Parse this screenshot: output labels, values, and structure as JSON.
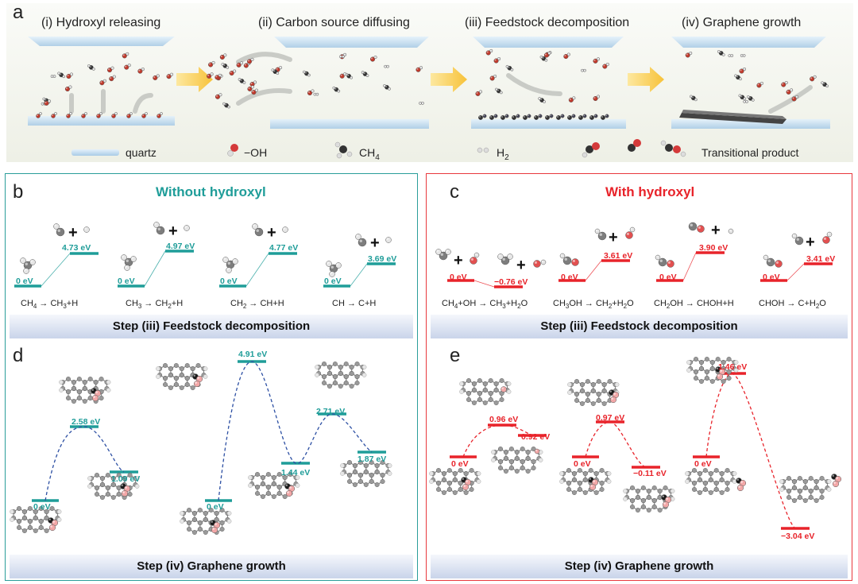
{
  "panel_a": {
    "letter": "a",
    "stages": [
      "(i) Hydroxyl releasing",
      "(ii) Carbon source diffusing",
      "(iii) Feedstock decomposition",
      "(iv) Graphene growth"
    ],
    "legend": {
      "quartz": "quartz",
      "oh": "−OH",
      "ch4": "CH",
      "ch4_sub": "4",
      "h2": "H",
      "h2_sub": "2",
      "transitional": "Transitional product"
    }
  },
  "panel_b": {
    "letter": "b",
    "title": "Without hydroxyl",
    "color": "#1f9d99",
    "steps": [
      {
        "start": "0 eV",
        "end": "4.73 eV",
        "rxn_parts": [
          "CH",
          "4",
          " → CH",
          "3",
          "+H"
        ]
      },
      {
        "start": "0 eV",
        "end": "4.97 eV",
        "rxn_parts": [
          "CH",
          "3",
          " → CH",
          "2",
          "+H"
        ]
      },
      {
        "start": "0 eV",
        "end": "4.77 eV",
        "rxn_parts": [
          "CH",
          "2",
          " → CH+H",
          "",
          ""
        ]
      },
      {
        "start": "0 eV",
        "end": "3.69 eV",
        "rxn_parts": [
          "CH → C+H",
          "",
          "",
          "",
          ""
        ]
      }
    ],
    "step_bar": "Step (iii) Feedstock decomposition"
  },
  "panel_c": {
    "letter": "c",
    "title": "With hydroxyl",
    "color": "#e8232a",
    "steps": [
      {
        "start": "0 eV",
        "end": "−0.76 eV",
        "rxn": "CH4+OH → CH3+H2O"
      },
      {
        "start": "0 eV",
        "end": "3.61 eV",
        "rxn": "CH3OH → CH2+H2O"
      },
      {
        "start": "0 eV",
        "end": "3.90 eV",
        "rxn": "CH2OH → CHOH+H"
      },
      {
        "start": "0 eV",
        "end": "3.41 eV",
        "rxn": "CHOH → C+H2O"
      }
    ],
    "step_bar": "Step (iii) Feedstock decomposition"
  },
  "panel_d": {
    "letter": "d",
    "energies": [
      "0 eV",
      "2.58 eV",
      "1.09 eV",
      "0 eV",
      "4.91 eV",
      "1.44 eV",
      "2.71 eV",
      "1.87 eV"
    ],
    "step_bar": "Step (iv) Graphene growth"
  },
  "panel_e": {
    "letter": "e",
    "energies": [
      "0 eV",
      "0.96 eV",
      "0.92 eV",
      "0 eV",
      "0.97 eV",
      "−0.11 eV",
      "0 eV",
      "1.46 eV",
      "−3.04 eV"
    ],
    "step_bar": "Step (iv) Graphene growth"
  }
}
